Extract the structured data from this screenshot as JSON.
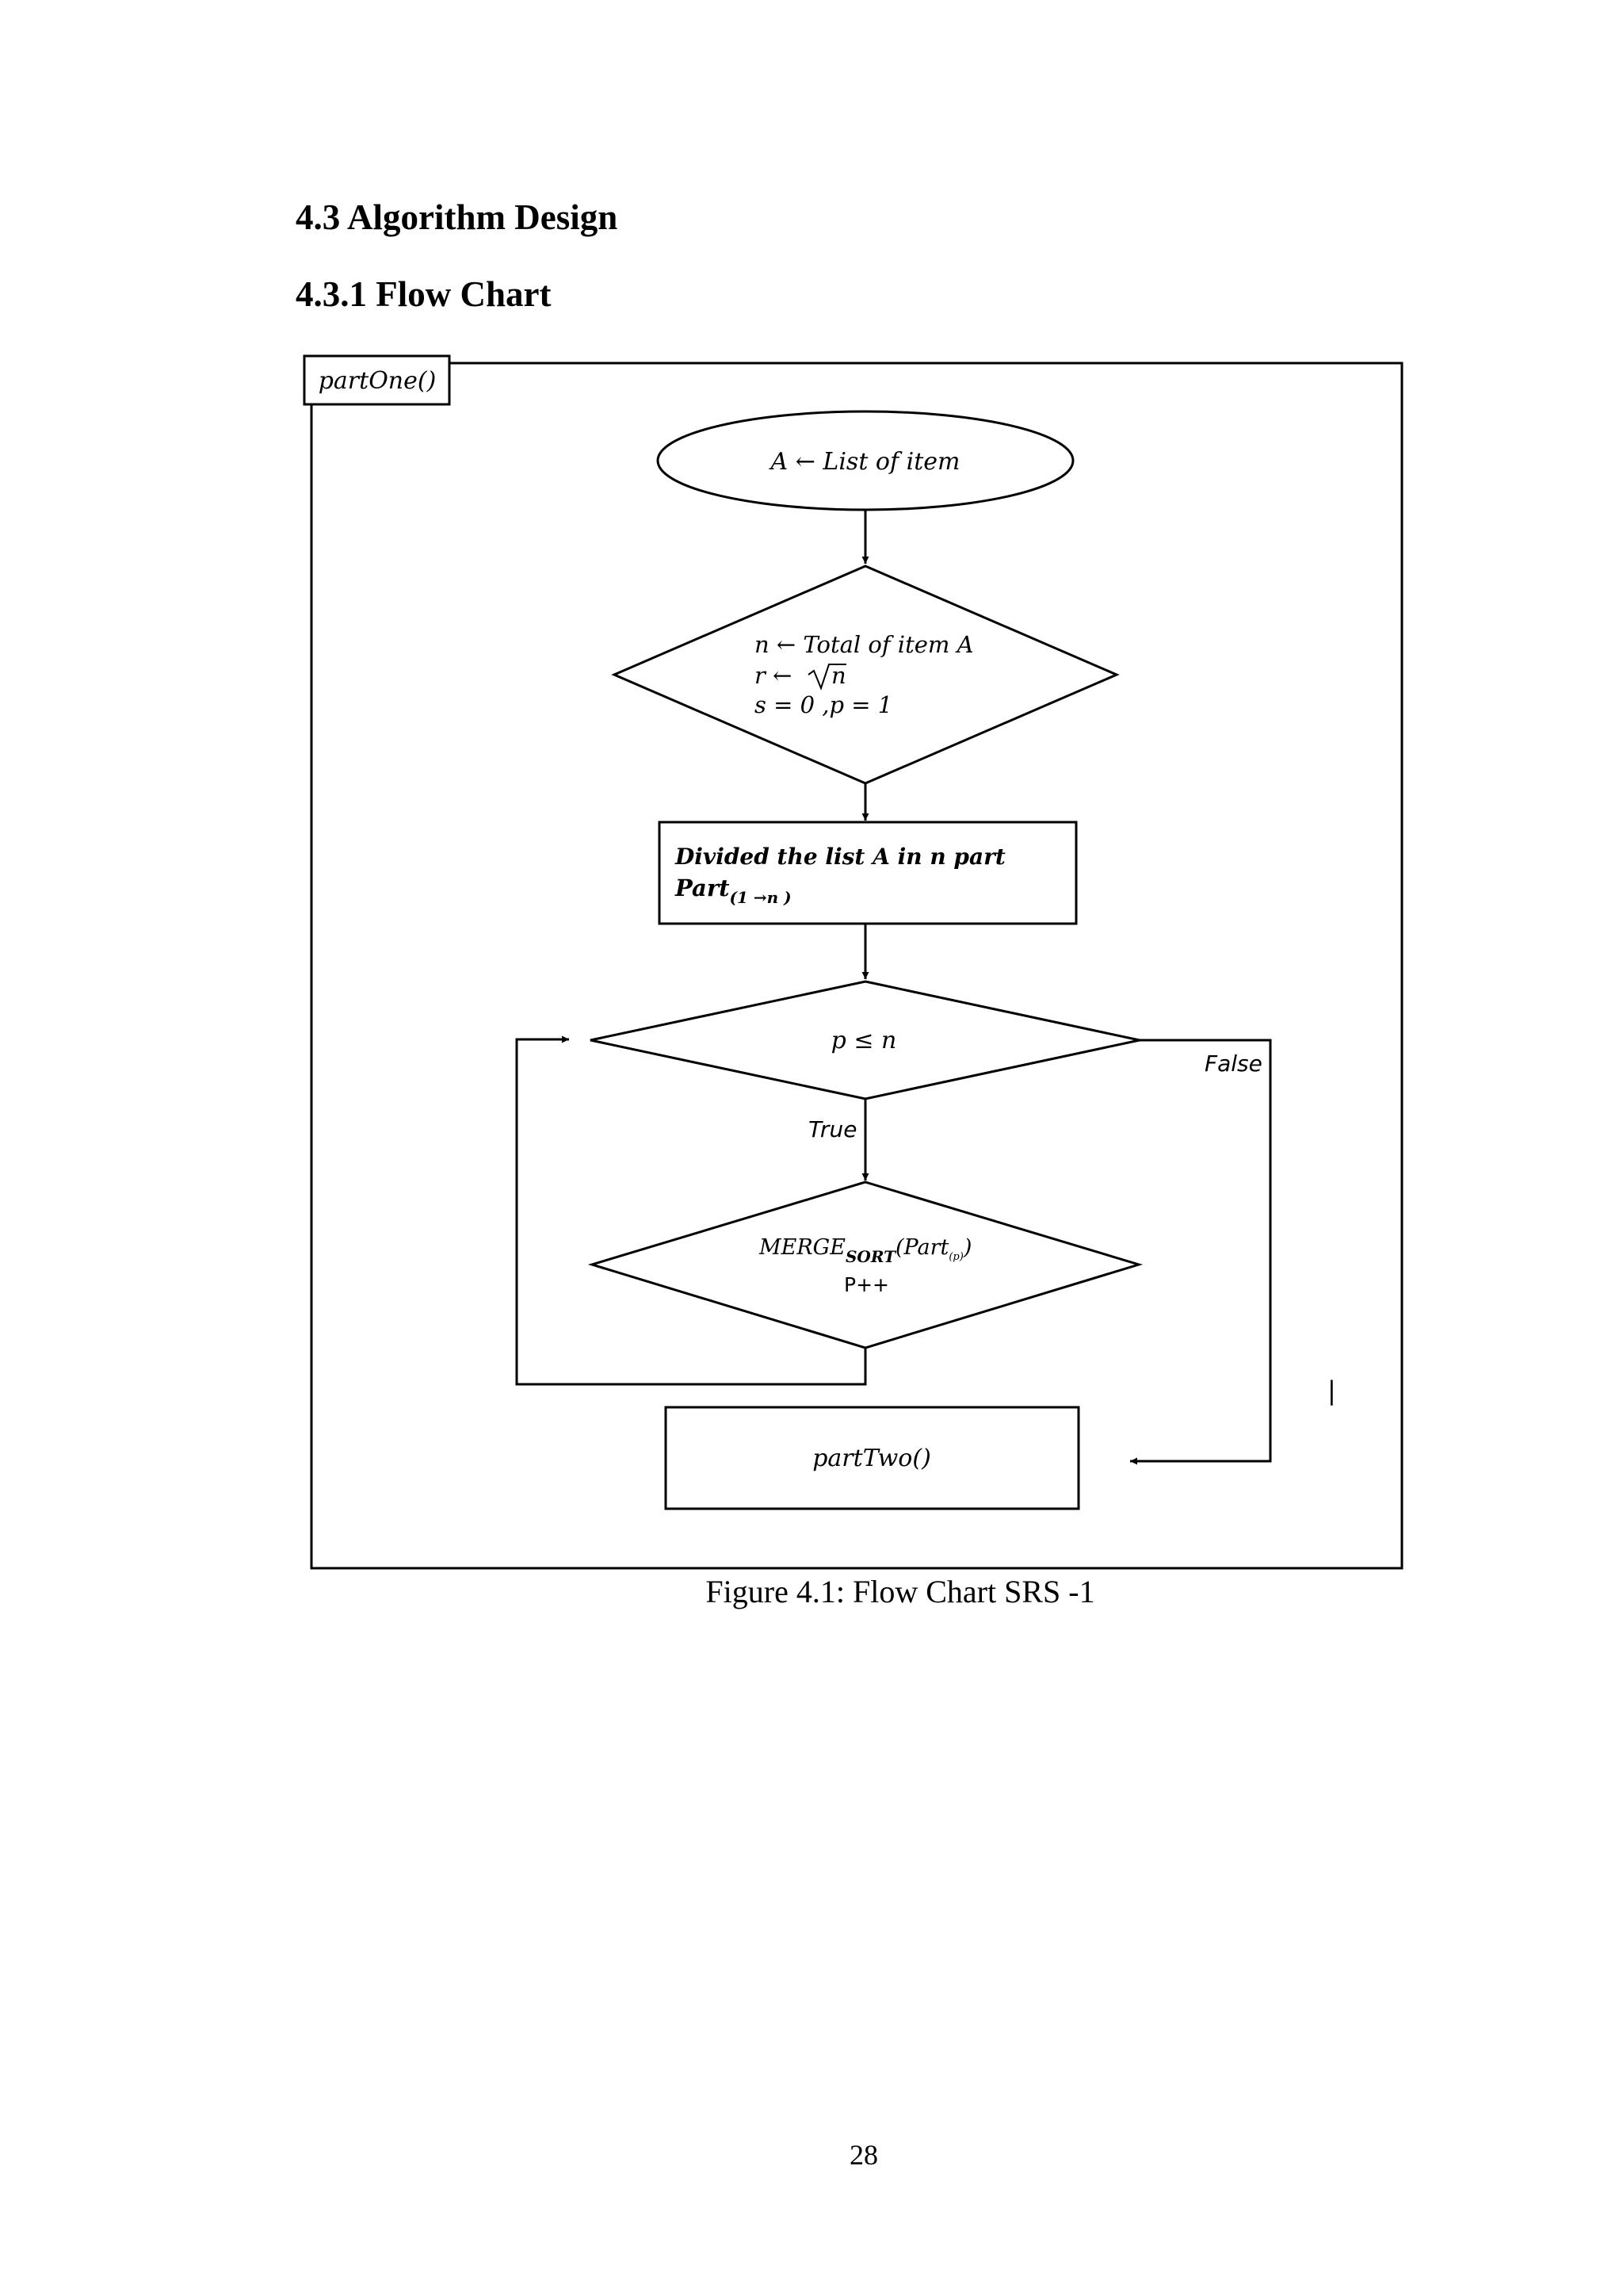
{
  "document": {
    "section_heading": "4.3 Algorithm Design",
    "subsection_heading": "4.3.1 Flow Chart",
    "figure_caption": "Figure 4.1: Flow Chart SRS -1",
    "page_number": "28"
  },
  "flowchart": {
    "frame_label": "partOne()",
    "start": {
      "text": "A ← List of item"
    },
    "init": {
      "line1": "n ← Total of item A",
      "line2_var": "r  ←",
      "line2_root": "n",
      "line3": "s = 0 ,p = 1"
    },
    "divide": {
      "line1": "Divided the list A in n part",
      "line2_main": "Part",
      "line2_sub": "(1 →n )"
    },
    "loop_condition": {
      "text": "p ≤ n"
    },
    "merge": {
      "main": "MERGE",
      "sub": "SORT",
      "arg_open": "(Part",
      "arg_sub": "(p)",
      "arg_close": ")",
      "line2": "P++"
    },
    "end": {
      "text": "partTwo()"
    },
    "edge_labels": {
      "true_label": "True",
      "false_label": "False"
    },
    "stray_mark": "|"
  }
}
